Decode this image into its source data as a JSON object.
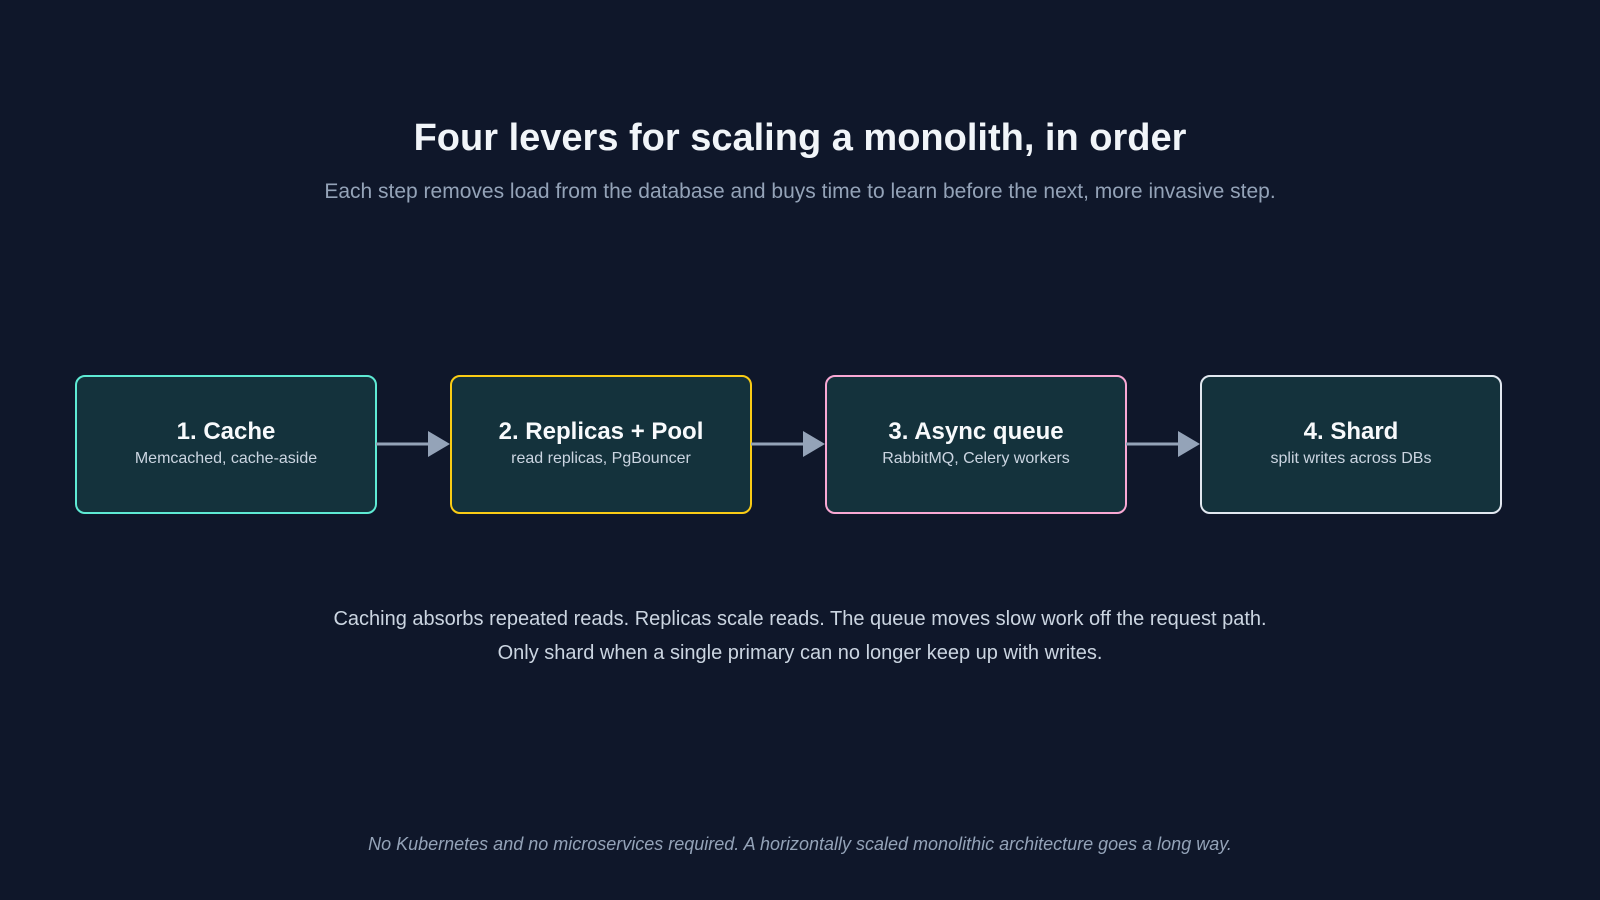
{
  "title": "Four levers for scaling a monolith, in order",
  "subtitle": "Each step removes load from the database and buys time to learn before the next, more invasive step.",
  "steps": [
    {
      "title": "1. Cache",
      "subtitle": "Memcached, cache-aside",
      "border_color": "#5eead4"
    },
    {
      "title": "2. Replicas + Pool",
      "subtitle": "read replicas, PgBouncer",
      "border_color": "#facc15"
    },
    {
      "title": "3. Async queue",
      "subtitle": "RabbitMQ, Celery workers",
      "border_color": "#f9a8d4"
    },
    {
      "title": "4. Shard",
      "subtitle": "split writes across DBs",
      "border_color": "#e2e8f0"
    }
  ],
  "arrow_color": "#94a3b8",
  "caption": {
    "line1": "Caching absorbs repeated reads. Replicas scale reads. The queue moves slow work off the request path.",
    "line2": "Only shard when a single primary can no longer keep up with writes."
  },
  "footnote": "No Kubernetes and no microservices required. A horizontally scaled monolithic architecture goes a long way."
}
